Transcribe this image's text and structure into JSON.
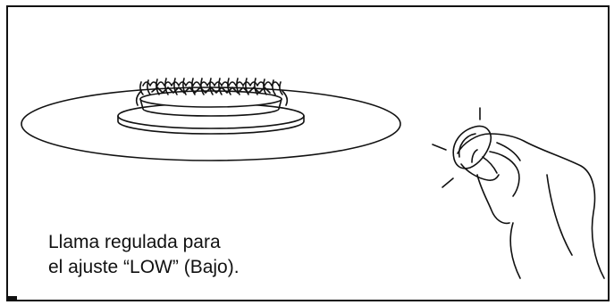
{
  "caption": {
    "line1": "Llama regulada para",
    "line2": "el ajuste “LOW” (Bajo)."
  },
  "colors": {
    "ink": "#111111",
    "paper": "#ffffff"
  },
  "illustration": {
    "burner": "gas-burner-with-low-flame",
    "hand": "hand-turning-control-knob-icon"
  }
}
